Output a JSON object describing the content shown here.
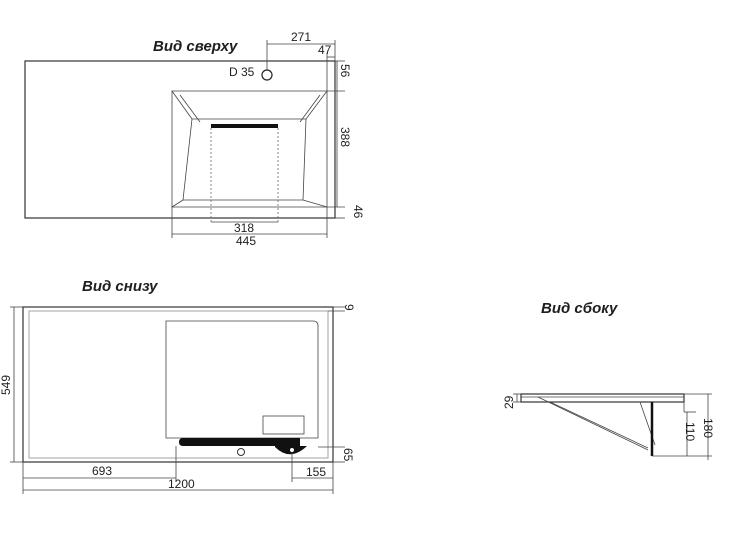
{
  "views": {
    "top": {
      "title": "Вид сверху",
      "dims": {
        "d271": "271",
        "d47": "47",
        "d_hole": "D 35",
        "d56": "56",
        "d388": "388",
        "d46": "46",
        "d318": "318",
        "d445": "445"
      }
    },
    "bottom": {
      "title": "Вид снизу",
      "dims": {
        "d9": "9",
        "d549": "549",
        "d693": "693",
        "d155": "155",
        "d65": "65",
        "d1200": "1200"
      }
    },
    "side": {
      "title": "Вид сбоку",
      "dims": {
        "d29": "29",
        "d110": "110",
        "d180": "180"
      }
    }
  },
  "colors": {
    "line": "#333333",
    "fill_dark": "#111111"
  }
}
